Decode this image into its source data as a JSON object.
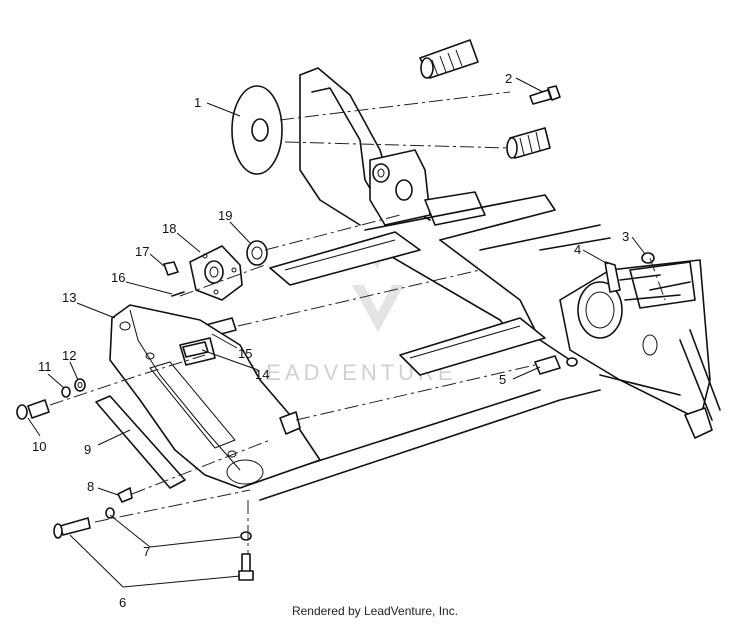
{
  "diagram": {
    "watermark": "LEADVENTURE",
    "footer": "Rendered by LeadVenture, Inc.",
    "callouts": [
      "1",
      "2",
      "3",
      "4",
      "5",
      "6",
      "7",
      "8",
      "9",
      "10",
      "11",
      "12",
      "13",
      "14",
      "15",
      "16",
      "17",
      "18",
      "19"
    ]
  }
}
